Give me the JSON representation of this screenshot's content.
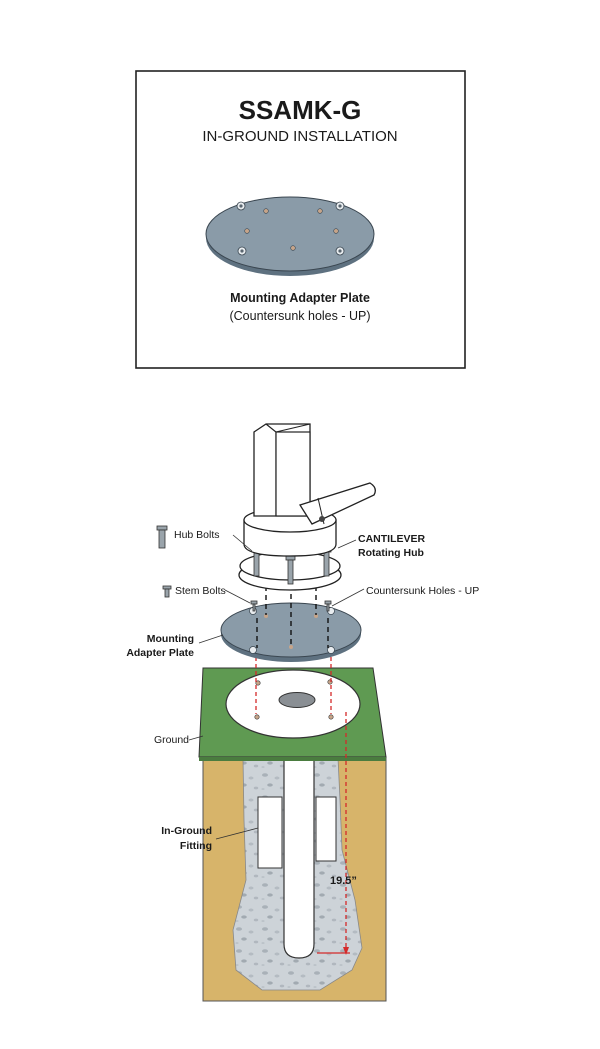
{
  "header": {
    "model": "SSAMK-G",
    "subtitle": "IN-GROUND INSTALLATION"
  },
  "detail": {
    "caption_title": "Mounting Adapter Plate",
    "caption_note": "(Countersunk holes - UP)"
  },
  "labels": {
    "hub_bolts": "Hub Bolts",
    "hub_line1": "CANTILEVER",
    "hub_line2": "Rotating Hub",
    "stem_bolts": "Stem Bolts",
    "countersunk": "Countersunk Holes - UP",
    "plate_line1": "Mounting",
    "plate_line2": "Adapter Plate",
    "ground": "Ground",
    "fitting_line1": "In-Ground",
    "fitting_line2": "Fitting",
    "depth": "19.5”"
  },
  "colors": {
    "plate": "#8a9ba8",
    "ground": "#5f9a52",
    "soil": "#d7b46a",
    "concrete": "#cdd3d8",
    "dimension": "#d42a2a"
  }
}
